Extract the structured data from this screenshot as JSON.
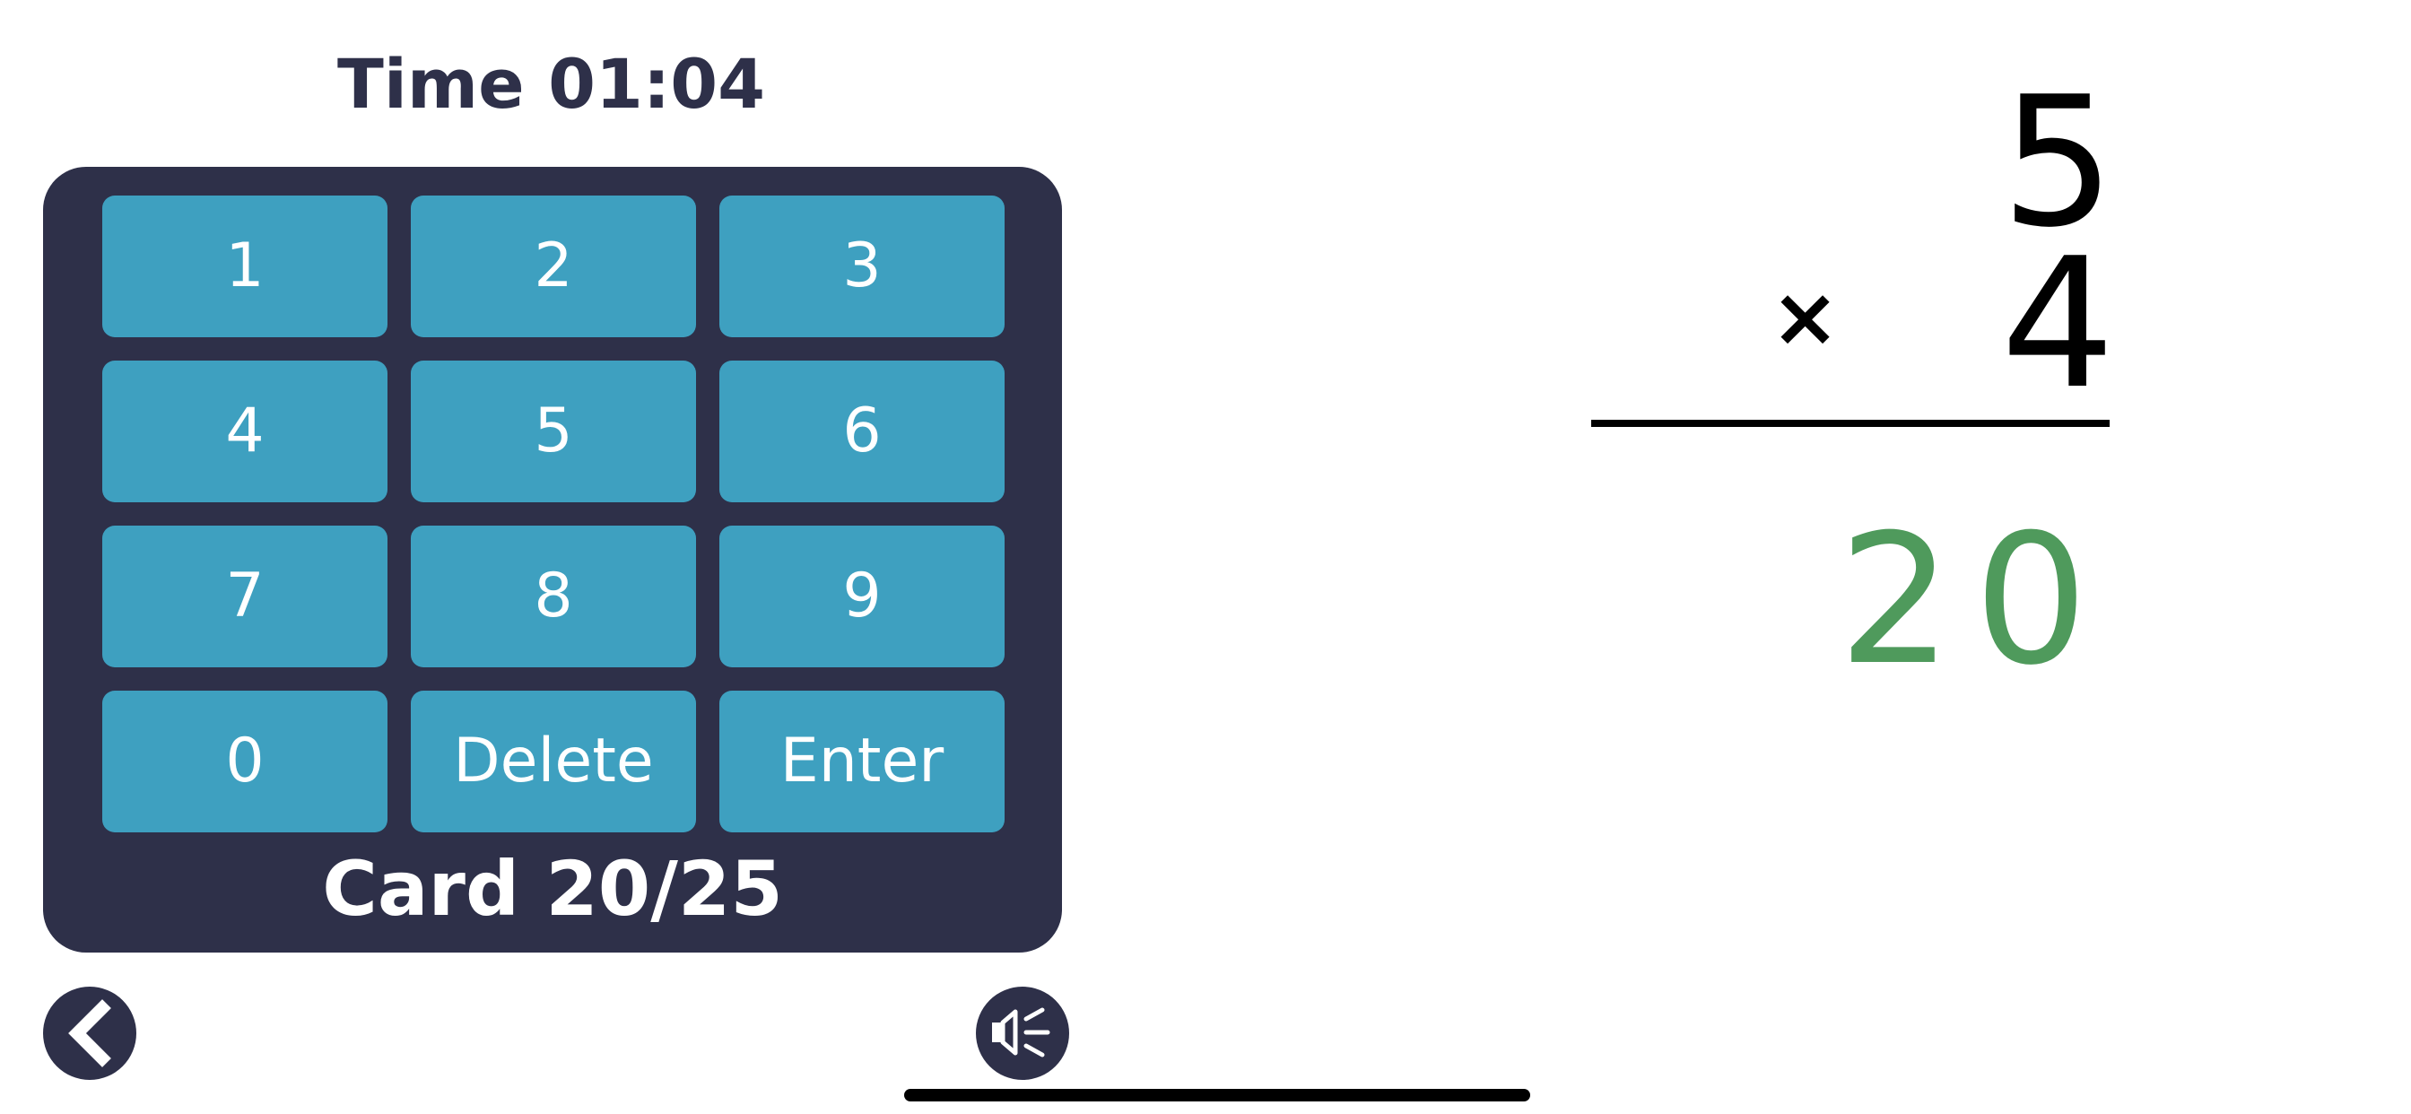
{
  "timer": {
    "label": "Time",
    "value": "01:04"
  },
  "keypad": {
    "keys": [
      "1",
      "2",
      "3",
      "4",
      "5",
      "6",
      "7",
      "8",
      "9",
      "0",
      "Delete",
      "Enter"
    ]
  },
  "card_counter": "Card 20/25",
  "problem": {
    "top_number": "5",
    "operator": "×",
    "bottom_number": "4",
    "answer": "20"
  },
  "icons": {
    "back": "back-chevron-icon",
    "sound": "speaker-icon"
  },
  "colors": {
    "panel": "#2e3049",
    "key": "#3ea0c0",
    "key_text": "#ffffff",
    "answer": "#4f9a5c",
    "timer_text": "#2e3049"
  }
}
